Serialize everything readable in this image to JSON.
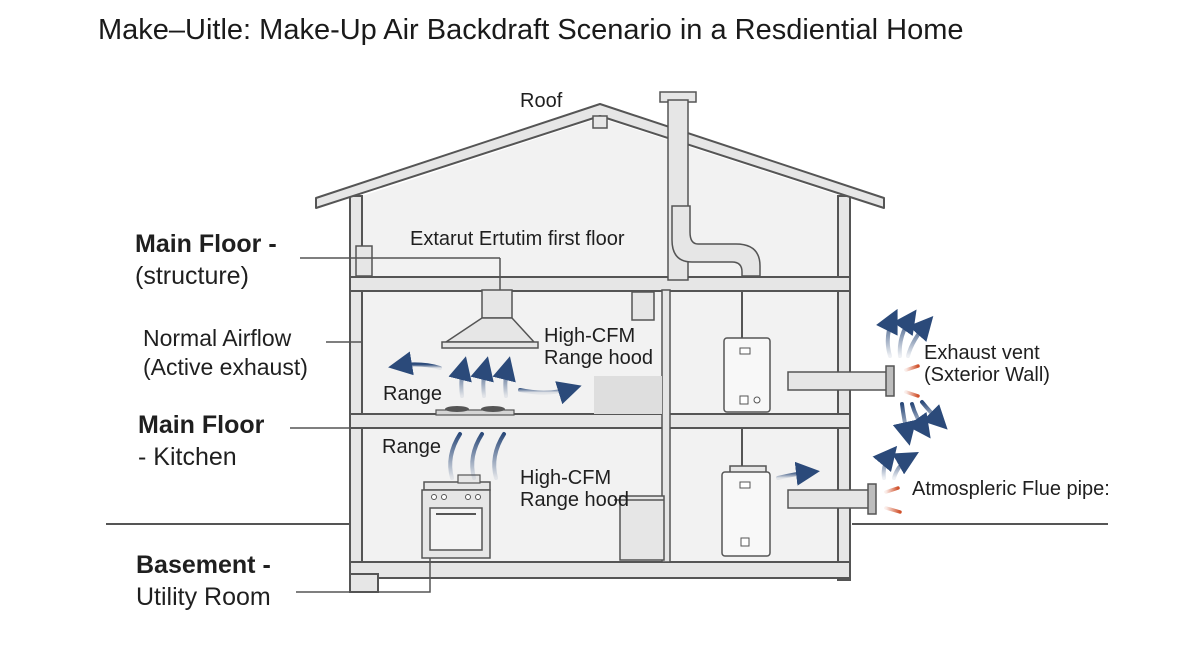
{
  "title": "Make–Uitle: Make-Up Air Backdraft Scenario in a Resdiential Home",
  "labels": {
    "roof": "Roof",
    "exhaust_first_floor": "Extarut Ertutim first floor",
    "high_cfm_upper": [
      "High-CFM",
      "Range hood"
    ],
    "high_cfm_lower": [
      "High-CFM",
      "Range hood"
    ],
    "range_upper": "Range",
    "range_lower": "Range",
    "exhaust_vent": [
      "Exhaust vent",
      "(Sxterior Wall)"
    ],
    "flue_pipe": "Atmospleric Flue pipe:"
  },
  "callouts": {
    "main_floor_structure": [
      "Main Floor -",
      "(structure)"
    ],
    "normal_airflow": [
      "Normal Airflow",
      "(Active exhaust)"
    ],
    "main_floor_kitchen": [
      "Main Floor",
      "- Kitchen"
    ],
    "basement": [
      "Basement -",
      "Utility Room"
    ]
  },
  "colors": {
    "line": "#555555",
    "wall": "#e6e6e6",
    "interior": "#f2f2f2",
    "airflow_blue": "#2b4a7a",
    "warm_red": "#d0502a"
  }
}
